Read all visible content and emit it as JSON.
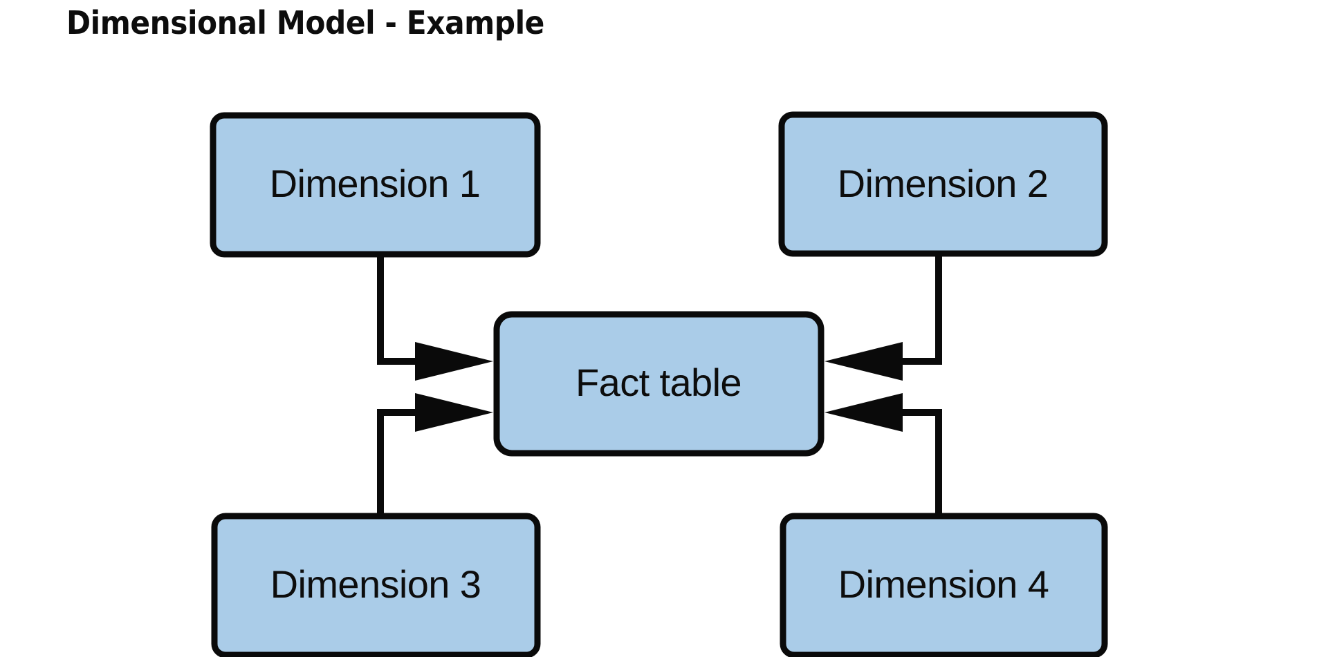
{
  "page": {
    "title": "Dimensional Model - Example",
    "background_color": "#ffffff"
  },
  "style": {
    "node_fill": "#aacce8",
    "node_stroke": "#0a0a0a",
    "text_color": "#0d0d0d",
    "connector_color": "#0a0a0a"
  },
  "diagram": {
    "type": "star-schema",
    "center_node": {
      "id": "fact-table",
      "label": "Fact table"
    },
    "dimension_nodes": [
      {
        "id": "dimension-1",
        "label": "Dimension 1",
        "position": "top-left"
      },
      {
        "id": "dimension-2",
        "label": "Dimension 2",
        "position": "top-right"
      },
      {
        "id": "dimension-3",
        "label": "Dimension 3",
        "position": "bottom-left"
      },
      {
        "id": "dimension-4",
        "label": "Dimension 4",
        "position": "bottom-right"
      }
    ],
    "connections": [
      {
        "from": "dimension-1",
        "to": "fact-table",
        "arrow": "to-fact",
        "direction": "right"
      },
      {
        "from": "dimension-2",
        "to": "fact-table",
        "arrow": "to-fact",
        "direction": "left"
      },
      {
        "from": "dimension-3",
        "to": "fact-table",
        "arrow": "to-fact",
        "direction": "right"
      },
      {
        "from": "dimension-4",
        "to": "fact-table",
        "arrow": "to-fact",
        "direction": "left"
      }
    ]
  }
}
